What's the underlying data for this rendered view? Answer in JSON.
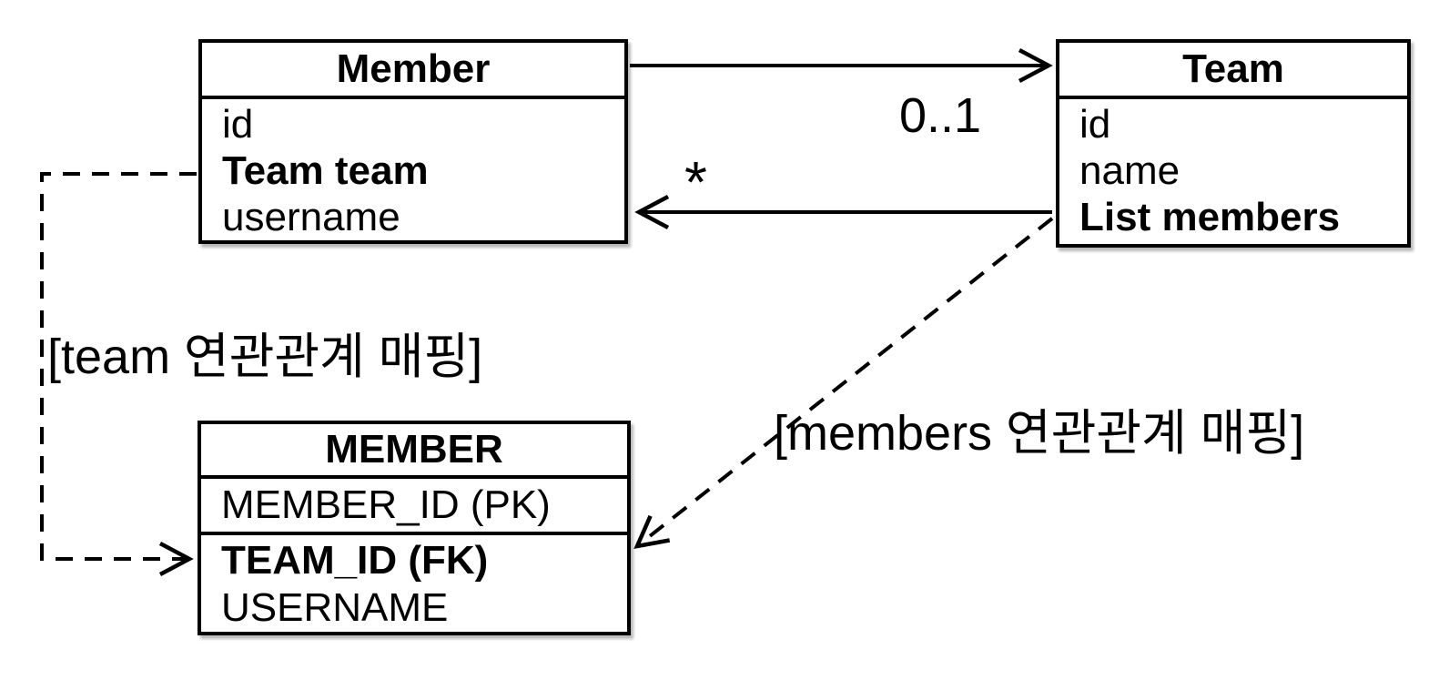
{
  "entities": {
    "member_class": {
      "title": "Member",
      "fields": [
        {
          "label": "id"
        },
        {
          "label": "Team team"
        },
        {
          "label": "username"
        }
      ]
    },
    "team_class": {
      "title": "Team",
      "fields": [
        {
          "label": "id"
        },
        {
          "label": "name"
        },
        {
          "label": "List members"
        }
      ]
    },
    "member_table": {
      "title": "MEMBER",
      "pk_row": "MEMBER_ID (PK)",
      "fk_row": "TEAM_ID (FK)",
      "column_row": "USERNAME"
    }
  },
  "associations": {
    "member_to_team": {
      "multiplicity": "0..1",
      "style": "solid-arrow"
    },
    "team_to_member": {
      "multiplicity": "*",
      "style": "solid-arrow"
    }
  },
  "annotations": {
    "team_mapping": "[team 연관관계 매핑]",
    "members_mapping": "[members 연관관계 매핑]"
  },
  "colors": {
    "line": "#000000",
    "background": "#ffffff",
    "box_fill": "#ffffff"
  }
}
